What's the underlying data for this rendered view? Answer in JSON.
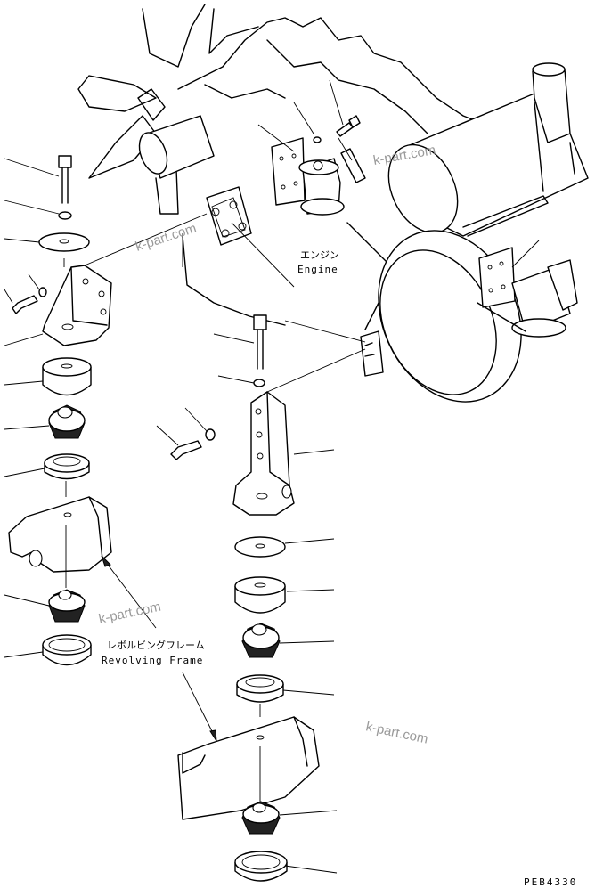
{
  "labels": {
    "engine_jp": "エンジン",
    "engine_en": "Engine",
    "frame_jp": "レボルビングフレーム",
    "frame_en": "Revolving Frame"
  },
  "watermark": "k-part.com",
  "drawing_code": "PEB4330"
}
